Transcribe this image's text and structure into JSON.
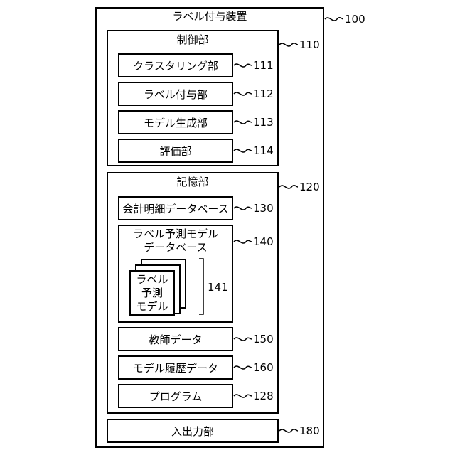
{
  "device": {
    "title": "ラベル付与装置",
    "ref": "100"
  },
  "control": {
    "title": "制御部",
    "ref": "110",
    "modules": [
      {
        "label": "クラスタリング部",
        "ref": "111"
      },
      {
        "label": "ラベル付与部",
        "ref": "112"
      },
      {
        "label": "モデル生成部",
        "ref": "113"
      },
      {
        "label": "評価部",
        "ref": "114"
      }
    ]
  },
  "storage": {
    "title": "記憶部",
    "ref": "120",
    "accounting_db": {
      "label": "会計明細データベース",
      "ref": "130"
    },
    "model_db": {
      "title_line1": "ラベル予測モデル",
      "title_line2": "データベース",
      "ref": "140",
      "model": {
        "line1": "ラベル",
        "line2": "予測",
        "line3": "モデル",
        "ref": "141"
      }
    },
    "teacher": {
      "label": "教師データ",
      "ref": "150"
    },
    "history": {
      "label": "モデル履歴データ",
      "ref": "160"
    },
    "program": {
      "label": "プログラム",
      "ref": "128"
    }
  },
  "io": {
    "label": "入出力部",
    "ref": "180"
  }
}
